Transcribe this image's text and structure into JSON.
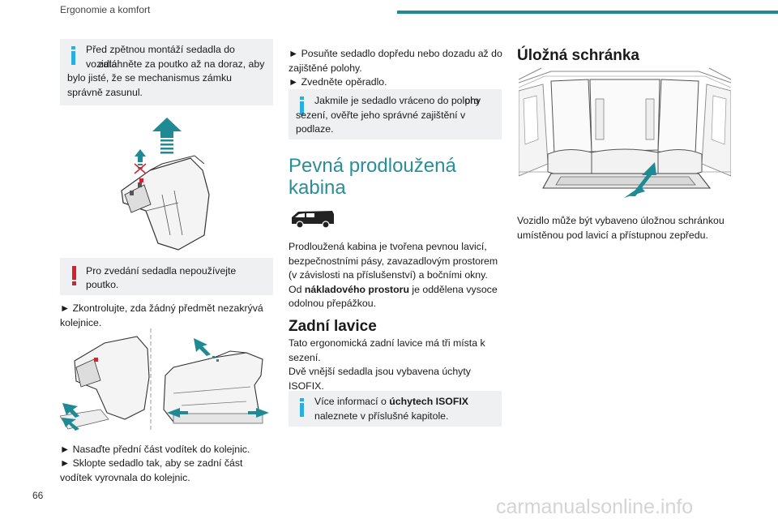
{
  "header": {
    "section_title": "Ergonomie a komfort",
    "accent_color": "#1f8a94"
  },
  "page": {
    "number": "66"
  },
  "watermark": "carmanualsonline.info",
  "col1": {
    "note1": {
      "line1": "Před zpětnou montáží sedadla do vozidla",
      "rest": "zatáhněte za poutko až na doraz, aby bylo jisté, že se mechanismus zámku správně zasunul."
    },
    "warning": {
      "line1": "Pro zvedání sedadla nepoužívejte",
      "rest": "poutko."
    },
    "step_check": "► Zkontrolujte, zda žádný předmět nezakrývá kolejnice.",
    "step_insert": "► Nasaďte přední část vodítek do kolejnic.",
    "step_tilt": "► Sklopte sedadlo tak, aby se zadní část vodítek vyrovnala do kolejnic."
  },
  "col2": {
    "step_slide": "► Posuňte sedadlo dopředu nebo dozadu až do zajištěné polohy.",
    "step_raise": "► Zvedněte opěradlo.",
    "note2": {
      "line1": "Jakmile je sedadlo vráceno do polohy",
      "rest": "pro sezení, ověřte jeho správné zajištění v podlaze."
    },
    "fixed_cab_heading": "Pevná prodloužená kabina",
    "fixed_cab_text_a": "Prodloužená kabina je tvořena pevnou lavicí, bezpečnostními pásy, zavazadlovým prostorem (v závislosti na příslušenství) a bočními okny. Od ",
    "fixed_cab_bold": "nákladového prostoru",
    "fixed_cab_text_b": " je oddělena vysoce odolnou přepážkou.",
    "rear_bench_heading": "Zadní lavice",
    "rear_bench_text1": "Tato ergonomická zadní lavice má tři místa k sezení.",
    "rear_bench_text2": "Dvě vnější sedadla jsou vybavena úchyty ISOFIX.",
    "note3": {
      "pre": "Více informací o ",
      "bold": "úchytech ISOFIX",
      "post": "naleznete v příslušné kapitole."
    }
  },
  "col3": {
    "storage_heading": "Úložná schránka",
    "storage_text": "Vozidlo může být vybaveno úložnou schránkou umístěnou pod lavicí a přístupnou zepředu."
  },
  "colors": {
    "info_icon": "#29aee1",
    "warning_icon": "#d6202e",
    "arrow_teal": "#1f8a94",
    "note_bg": "#eef0f1"
  }
}
